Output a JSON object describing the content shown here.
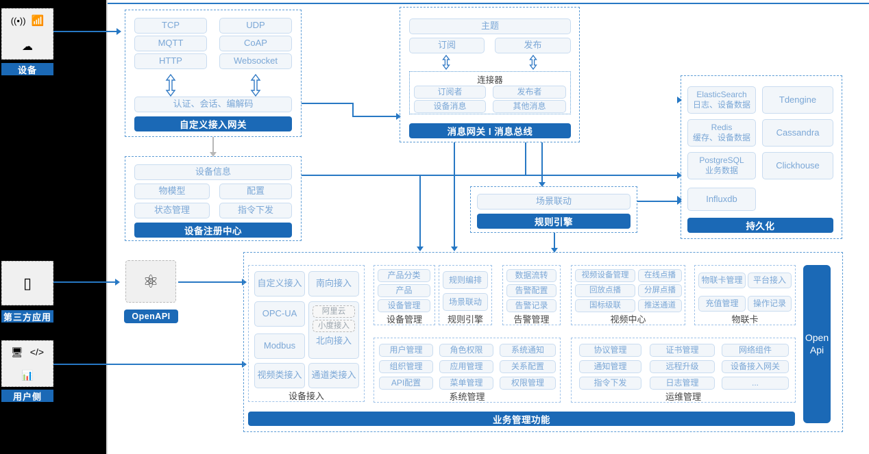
{
  "left_rail": {
    "items": [
      {
        "label": "设备",
        "icons": [
          "wifi-signal-icon",
          "router-icon",
          "cloud-icon"
        ]
      },
      {
        "label": "第三方应用",
        "icons": [
          "mobile-phone-icon"
        ]
      },
      {
        "label": "用户侧",
        "icons": [
          "app-window-icon",
          "code-window-icon",
          "chart-window-icon"
        ]
      }
    ]
  },
  "gateway": {
    "protocols": [
      "TCP",
      "UDP",
      "MQTT",
      "CoAP",
      "HTTP",
      "Websocket"
    ],
    "middle": "认证、会话、编解码",
    "bar": "自定义接入网关"
  },
  "message": {
    "topic": "主题",
    "subscribe": "订阅",
    "publish": "发布",
    "connector_title": "连接器",
    "connector_items": [
      "订阅者",
      "发布者",
      "设备消息",
      "其他消息"
    ],
    "bar": "消息网关 l 消息总线"
  },
  "registry": {
    "info": "设备信息",
    "items": [
      "物模型",
      "配置",
      "状态管理",
      "指令下发"
    ],
    "bar": "设备注册中心"
  },
  "rules": {
    "scene": "场景联动",
    "bar": "规则引擎"
  },
  "persistence": {
    "stores": [
      {
        "name": "ElasticSearch",
        "desc": "日志、设备数据"
      },
      {
        "name": "Tdengine",
        "desc": ""
      },
      {
        "name": "Redis",
        "desc": "缓存、设备数据"
      },
      {
        "name": "Cassandra",
        "desc": ""
      },
      {
        "name": "PostgreSQL",
        "desc": "业务数据"
      },
      {
        "name": "Clickhouse",
        "desc": ""
      },
      {
        "name": "Influxdb",
        "desc": ""
      }
    ],
    "bar": "持久化"
  },
  "openapi": {
    "icon": "api-atom-icon",
    "label": "OpenAPI"
  },
  "open_api_side": {
    "line1": "Open",
    "line2": "Api"
  },
  "business": {
    "bar": "业务管理功能",
    "device_access": {
      "caption": "设备接入",
      "left_items": [
        "自定义接入",
        "OPC-UA",
        "Modbus",
        "视频类接入"
      ],
      "right_items": [
        "南向接入",
        "通道类接入"
      ],
      "north": {
        "items": [
          "阿里云",
          "小度接入"
        ],
        "label": "北向接入"
      }
    },
    "columns": [
      {
        "caption": "设备管理",
        "items": [
          "产品分类",
          "产品",
          "设备管理"
        ]
      },
      {
        "caption": "规则引擎",
        "items": [
          "规则编排",
          "场景联动"
        ]
      },
      {
        "caption": "告警管理",
        "items": [
          "数据流转",
          "告警配置",
          "告警记录"
        ]
      },
      {
        "caption": "视频中心",
        "items": [
          "视频设备管理",
          "在线点播",
          "回放点播",
          "分屏点播",
          "国标级联",
          "推送通道"
        ]
      },
      {
        "caption": "物联卡",
        "items": [
          "物联卡管理",
          "平台接入",
          "充值管理",
          "操作记录"
        ]
      },
      {
        "caption": "系统管理",
        "items": [
          "用户管理",
          "角色权限",
          "系统通知",
          "组织管理",
          "应用管理",
          "关系配置",
          "API配置",
          "菜单管理",
          "权限管理"
        ]
      },
      {
        "caption": "运维管理",
        "items": [
          "协议管理",
          "证书管理",
          "网络组件",
          "通知管理",
          "远程升级",
          "设备接入网关",
          "指令下发",
          "日志管理",
          "..."
        ]
      }
    ]
  },
  "colors": {
    "brand_blue": "#1B69B6",
    "line_blue": "#2778c4",
    "pill_text": "#7ba7d6",
    "pill_bg": "#f2f6fa",
    "rail_bg": "#000000"
  }
}
